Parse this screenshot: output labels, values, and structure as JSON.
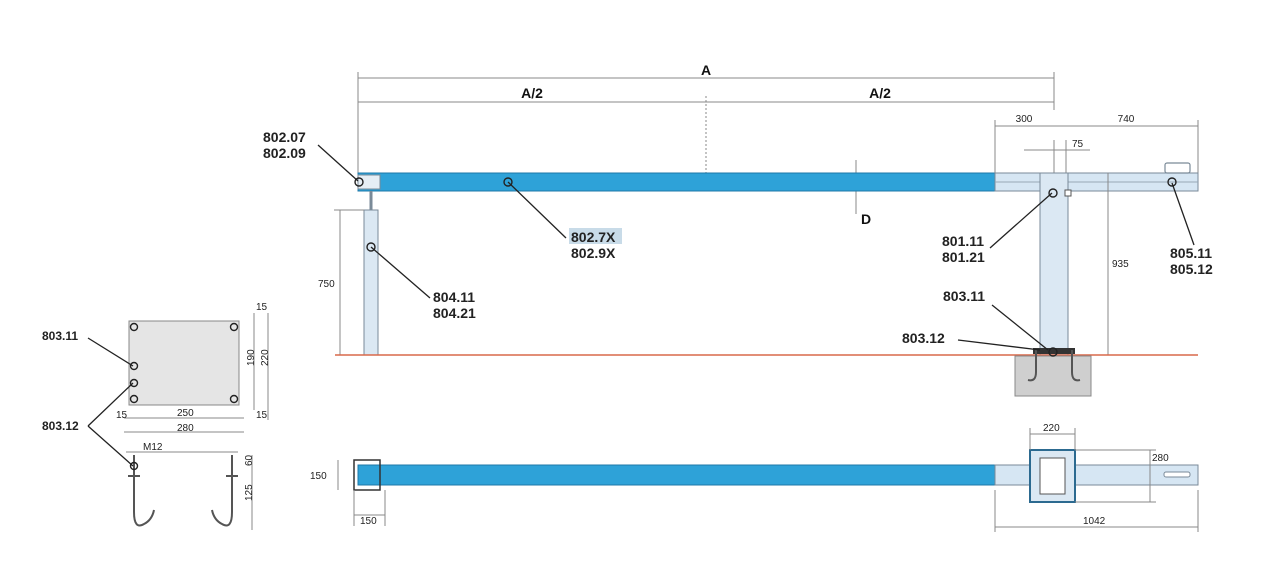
{
  "labels": {
    "A": "A",
    "A2_left": "A/2",
    "A2_right": "A/2",
    "D": "D",
    "d300": "300",
    "d740": "740",
    "d75": "75",
    "d935": "935",
    "d750": "750",
    "d150a": "150",
    "d150b": "150",
    "d220": "220",
    "d280b": "280",
    "d1042": "1042",
    "p15a": "15",
    "p190": "190",
    "p220": "220",
    "p15b": "15",
    "p250": "250",
    "p15c": "15",
    "p280": "280",
    "pM12": "M12",
    "p60": "60",
    "p125": "125"
  },
  "parts": {
    "c802_07": "802.07",
    "c802_09": "802.09",
    "c802_7X": "802.7X",
    "c802_9X": "802.9X",
    "c804_11": "804.11",
    "c804_21": "804.21",
    "c801_11": "801.11",
    "c801_21": "801.21",
    "c803_11": "803.11",
    "c803_12": "803.12",
    "c805_11": "805.11",
    "c805_12": "805.12",
    "l803_11": "803.11",
    "l803_12": "803.12"
  },
  "colors": {
    "beam": "#2ea2d8",
    "ground": "#d9694a",
    "highlight": "#c8dbe8"
  }
}
